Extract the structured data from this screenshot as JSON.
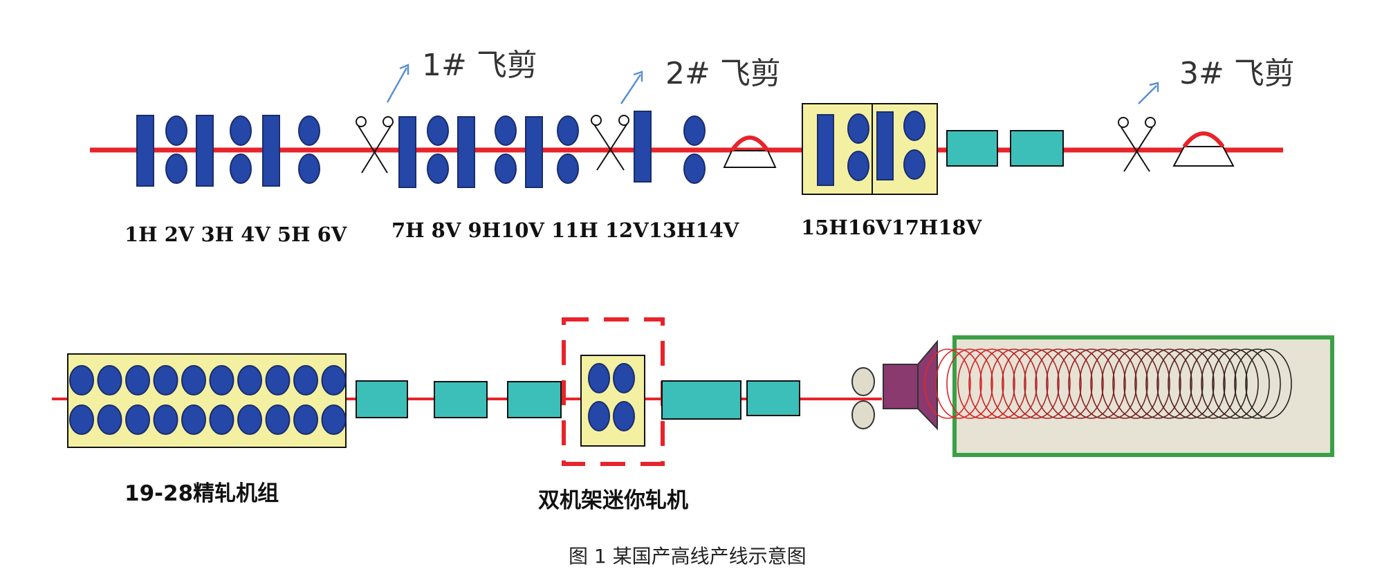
{
  "colors": {
    "rolling_line": "#e8232a",
    "stand_blue": "#2447a8",
    "stand_outline": "#1a2d6b",
    "mill_box": "#f4f0a2",
    "cooling_box": "#3cbfb8",
    "laying_head": "#8a3a6f",
    "coil_frame": "#3aa046",
    "mini_mill_frame": "#e8232a",
    "pinch_roll": "#e0dccb",
    "arrow": "#5b8fd1"
  },
  "icons": {
    "shear": "scissors-icon",
    "crop_box": "crop-box-icon",
    "arrow": "arrow-up-right-icon"
  },
  "shears": {
    "s1": "1# 飞剪",
    "s2": "2# 飞剪",
    "s3": "3# 飞剪"
  },
  "stand_labels": {
    "group1": "1H 2V 3H 4V 5H 6V",
    "group2": "7H 8V 9H10V 11H 12V13H14V",
    "group3": "15H16V17H18V"
  },
  "labels": {
    "finishing": "19-28精轧机组",
    "mini_mill": "双机架迷你轧机"
  },
  "caption": "图 1   某国产高线产线示意图"
}
